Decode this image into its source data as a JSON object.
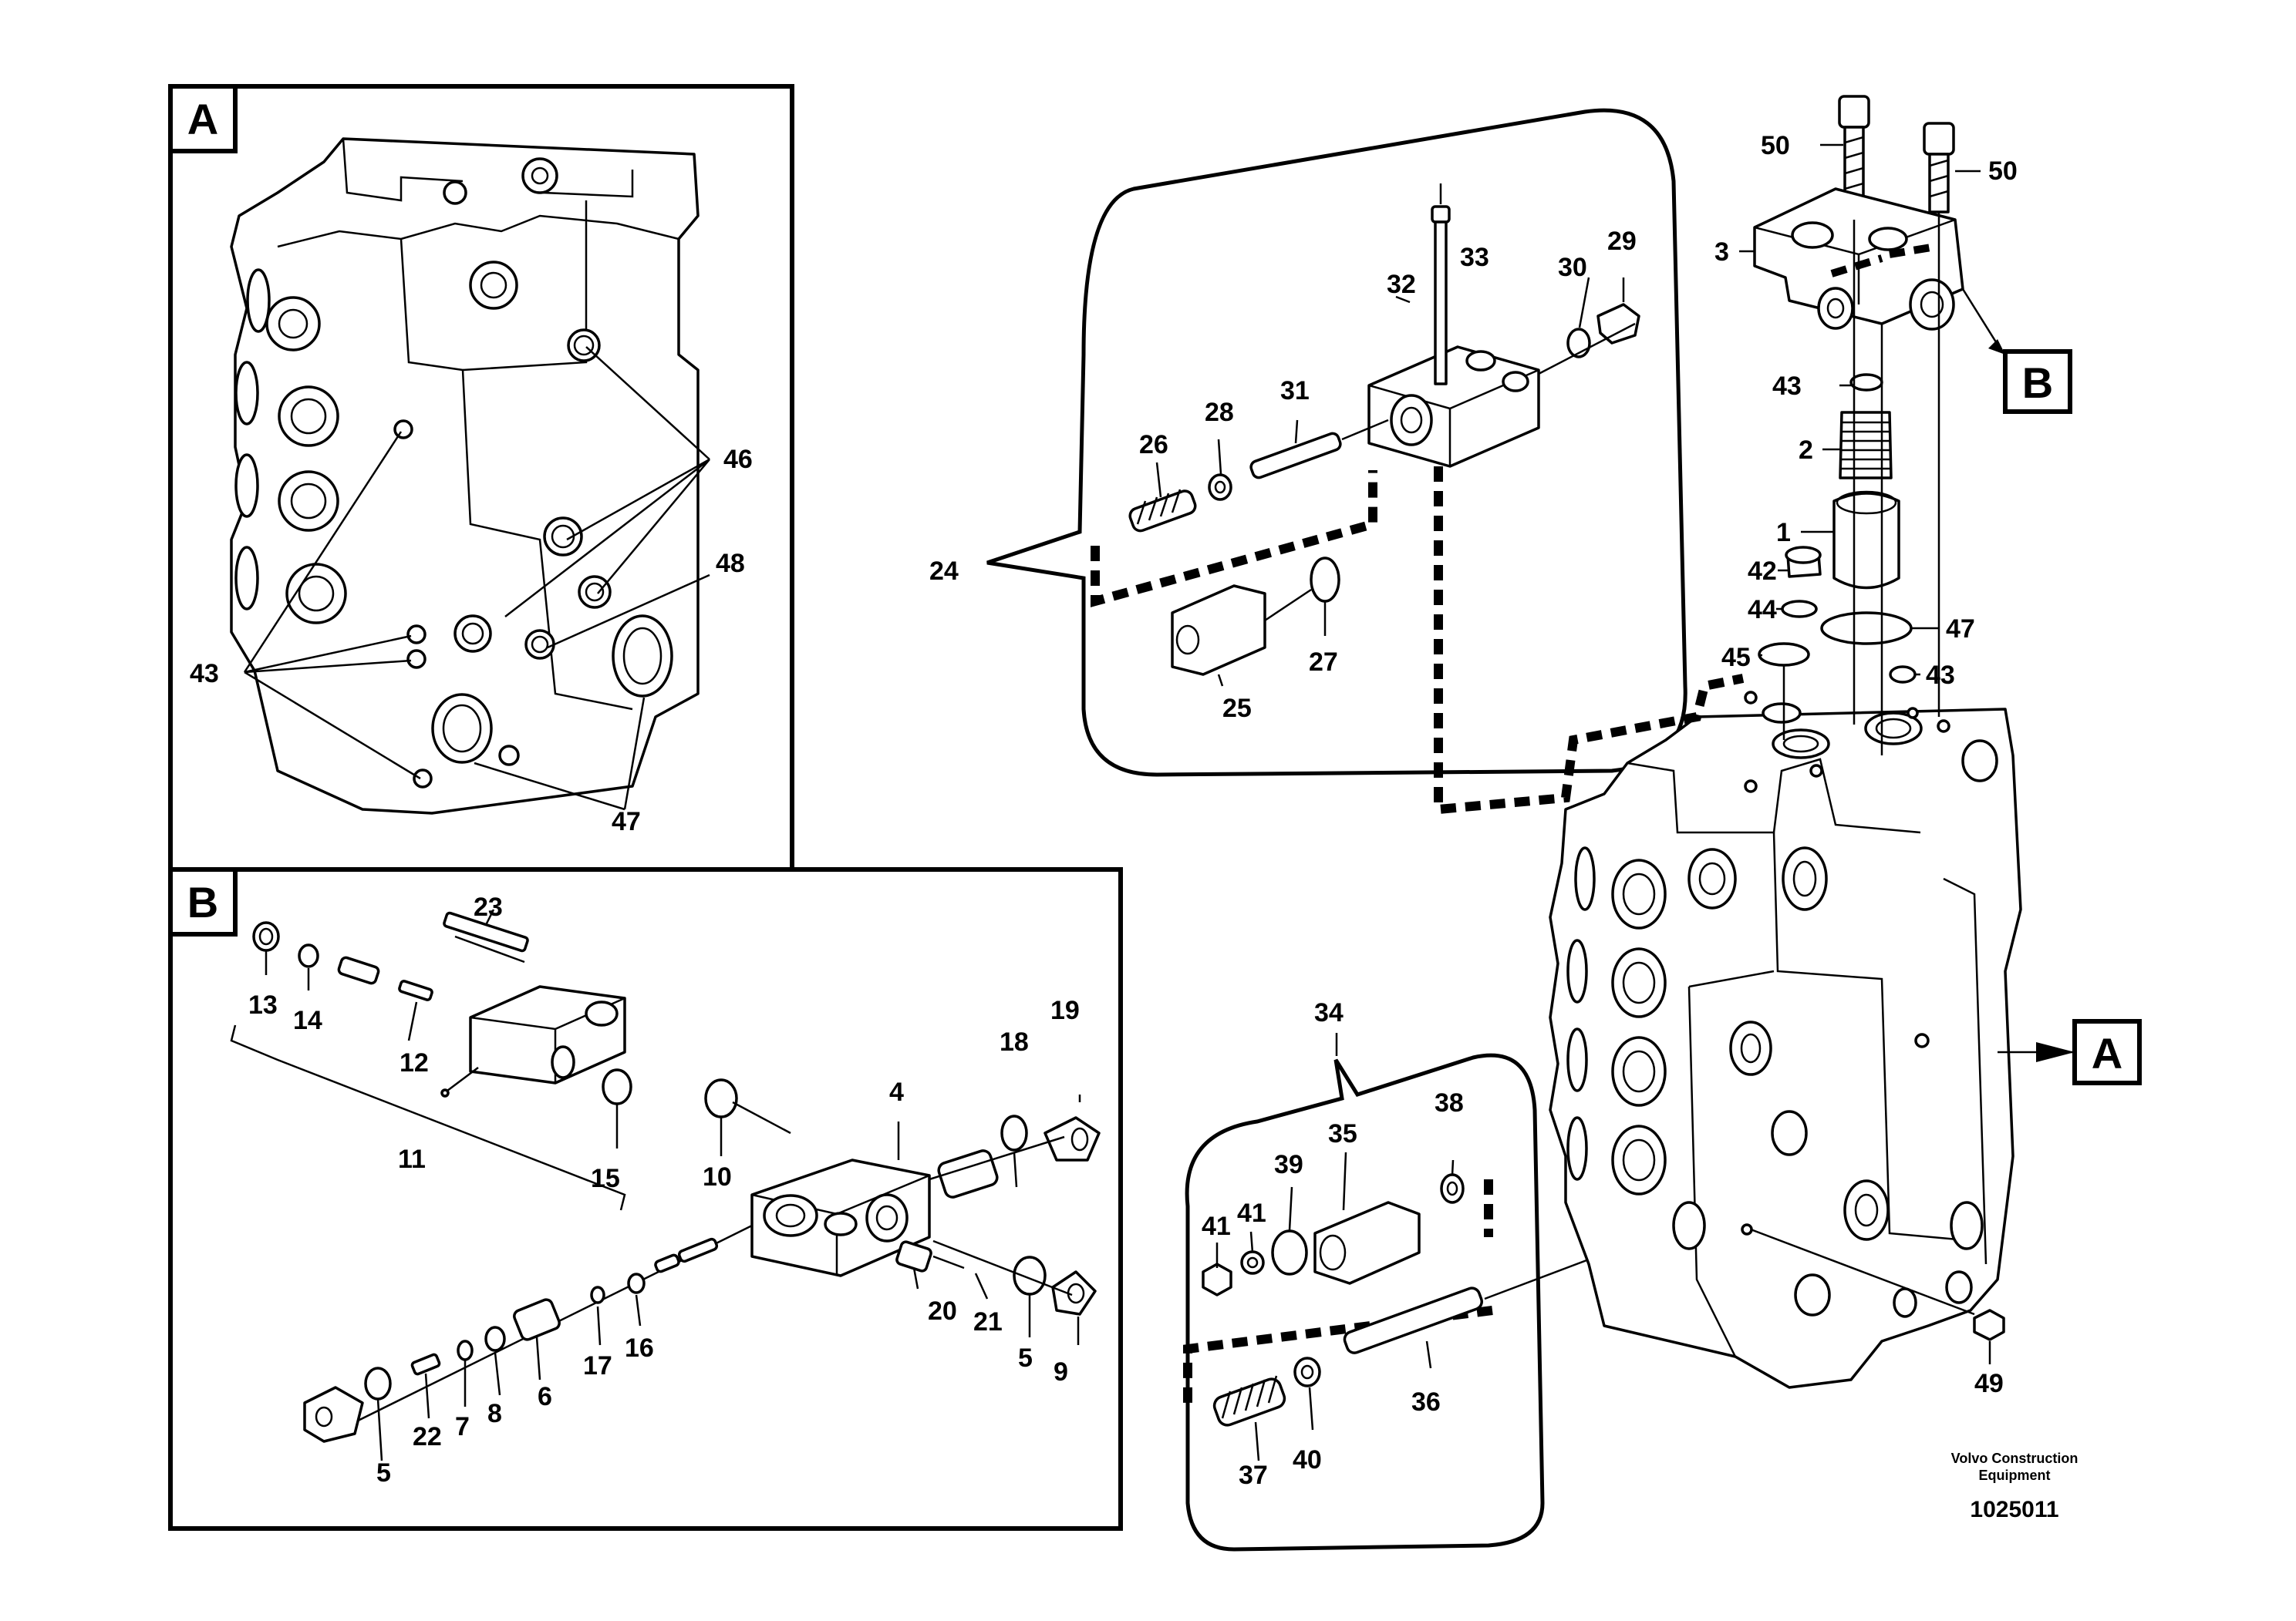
{
  "views": {
    "a": "A",
    "b": "B"
  },
  "credit": {
    "line1": "Volvo Construction",
    "line2": "Equipment"
  },
  "reference": "1025011",
  "callouts": {
    "n1": "1",
    "n2": "2",
    "n3": "3",
    "n4": "4",
    "n5a": "5",
    "n5b": "5",
    "n6": "6",
    "n7": "7",
    "n8": "8",
    "n9": "9",
    "n10": "10",
    "n11": "11",
    "n12": "12",
    "n13": "13",
    "n14": "14",
    "n15": "15",
    "n16": "16",
    "n17": "17",
    "n18": "18",
    "n19": "19",
    "n20": "20",
    "n21": "21",
    "n22": "22",
    "n23": "23",
    "n24": "24",
    "n25": "25",
    "n26": "26",
    "n27": "27",
    "n28": "28",
    "n29": "29",
    "n30": "30",
    "n31": "31",
    "n32": "32",
    "n33": "33",
    "n34": "34",
    "n35": "35",
    "n36": "36",
    "n37": "37",
    "n38": "38",
    "n39": "39",
    "n40": "40",
    "n41a": "41",
    "n41b": "41",
    "n42": "42",
    "n43a": "43",
    "n43b": "43",
    "n43c": "43",
    "n44": "44",
    "n45": "45",
    "n46": "46",
    "n47a": "47",
    "n47b": "47",
    "n48": "48",
    "n49": "49",
    "n50a": "50",
    "n50b": "50"
  }
}
